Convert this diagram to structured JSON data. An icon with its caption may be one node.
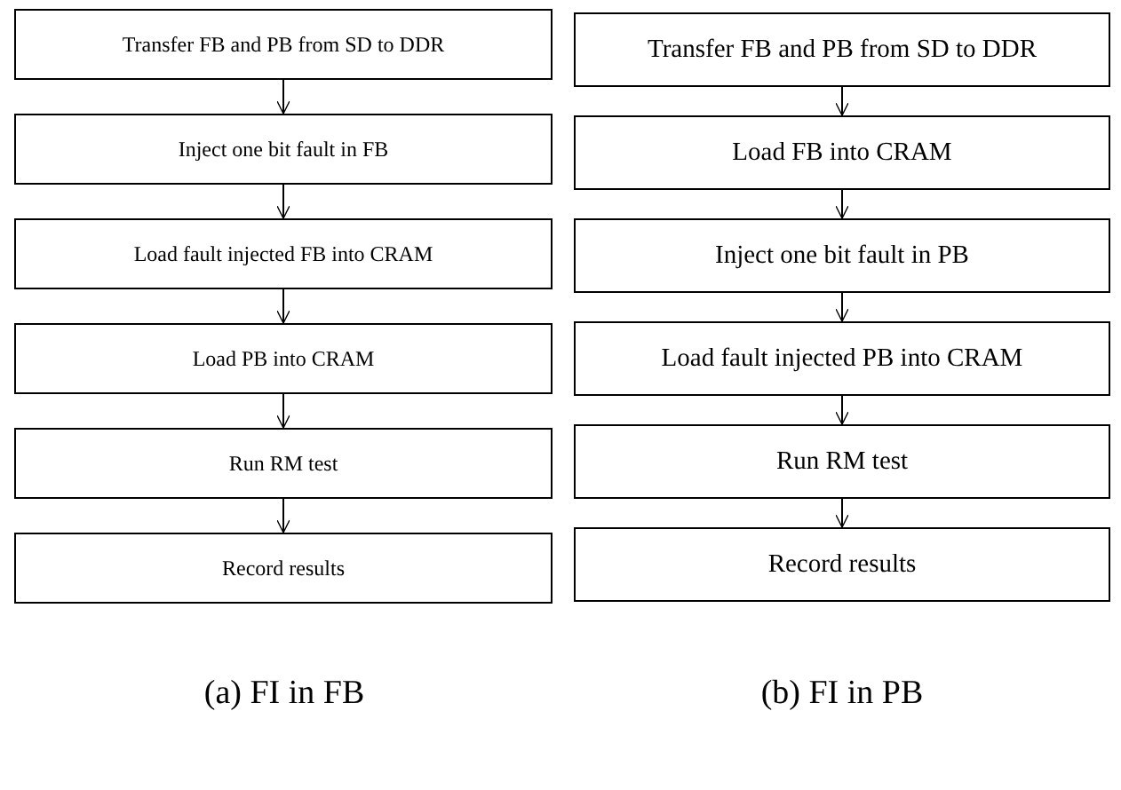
{
  "diagram": {
    "nodes": [
      {
        "text": [
          "Transfer FB and PB from SD to DDR"
        ]
      },
      {
        "text": [
          "Inject one bit fault in FB"
        ]
      },
      {
        "text": [
          "Load fault injected FB into CRAM"
        ]
      },
      {
        "text": [
          "Load PB into CRAM"
        ]
      },
      {
        "text": [
          "Run RM test"
        ]
      },
      {
        "text": [
          "Record results"
        ]
      },
      {
        "text": [
          "Transfer FB and PB from SD to DDR"
        ]
      },
      {
        "text": [
          "Load FB into CRAM"
        ]
      },
      {
        "text": [
          "Inject one bit fault in PB"
        ]
      },
      {
        "text": [
          "Load fault injected PB into CRAM"
        ]
      },
      {
        "text": [
          "Run RM test"
        ]
      },
      {
        "text": [
          "Record results"
        ]
      }
    ],
    "edges": [
      {
        "from": 0,
        "to": 1,
        "arrow": "to"
      },
      {
        "from": 1,
        "to": 2,
        "arrow": "to"
      },
      {
        "from": 2,
        "to": 3,
        "arrow": "to"
      },
      {
        "from": 3,
        "to": 4,
        "arrow": "to"
      },
      {
        "from": 4,
        "to": 5,
        "arrow": "to"
      },
      {
        "from": 6,
        "to": 7,
        "arrow": "to"
      },
      {
        "from": 7,
        "to": 8,
        "arrow": "to"
      },
      {
        "from": 8,
        "to": 9,
        "arrow": "to"
      },
      {
        "from": 9,
        "to": 10,
        "arrow": "to"
      },
      {
        "from": 10,
        "to": 11,
        "arrow": "to"
      }
    ],
    "labels": [
      "(a) FI in FB",
      "(b) FI in PB"
    ]
  }
}
